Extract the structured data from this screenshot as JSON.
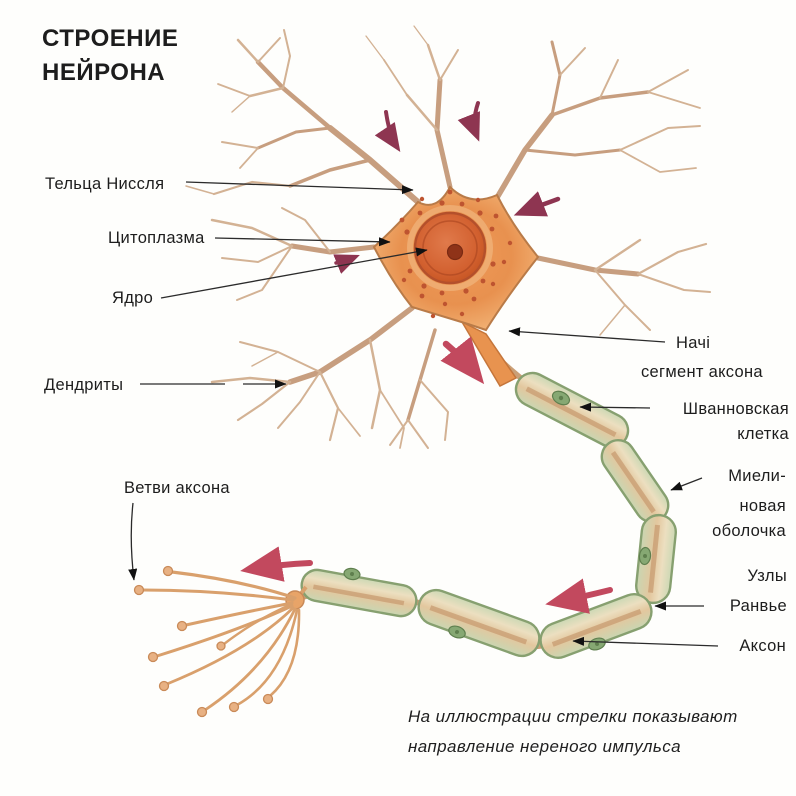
{
  "title": {
    "line1": "СТРОЕНИЕ",
    "line2": "НЕЙРОНА"
  },
  "labels": {
    "nissl_bodies": "Тельца Ниссля",
    "cytoplasm": "Цитоплазма",
    "nucleus": "Ядро",
    "dendrites": "Дендриты",
    "axon_branches": "Ветви аксона",
    "initial_segment_line1": "Начi",
    "initial_segment_line2": "сегмент аксона",
    "schwann_cell_line1": "Шванновская",
    "schwann_cell_line2": "клетка",
    "myelin_sheath_line1": "Миели-",
    "myelin_sheath_line2": "новая",
    "myelin_sheath_line3": "оболочка",
    "nodes_of_ranvier_line1": "Узлы",
    "nodes_of_ranvier_line2": "Ранвье",
    "axon": "Аксон"
  },
  "caption": {
    "line1": "На иллюстрации стрелки показывают",
    "line2": "направление нереного импульса"
  },
  "colors": {
    "impulse_arrow_dark": "#8e3551",
    "impulse_arrow_bright": "#c2495e",
    "soma_fill": "#e78b4d",
    "nucleus_fill": "#cc5b32",
    "nucleolus_fill": "#8f3318",
    "nissl_dot": "#be5430",
    "dendrite_stroke": "#c79e7f",
    "myelin_border": "#8fa878",
    "myelin_core": "#e7d6b4",
    "schwann_nucleus": "#86a873",
    "label_text": "#1d1d1d"
  }
}
